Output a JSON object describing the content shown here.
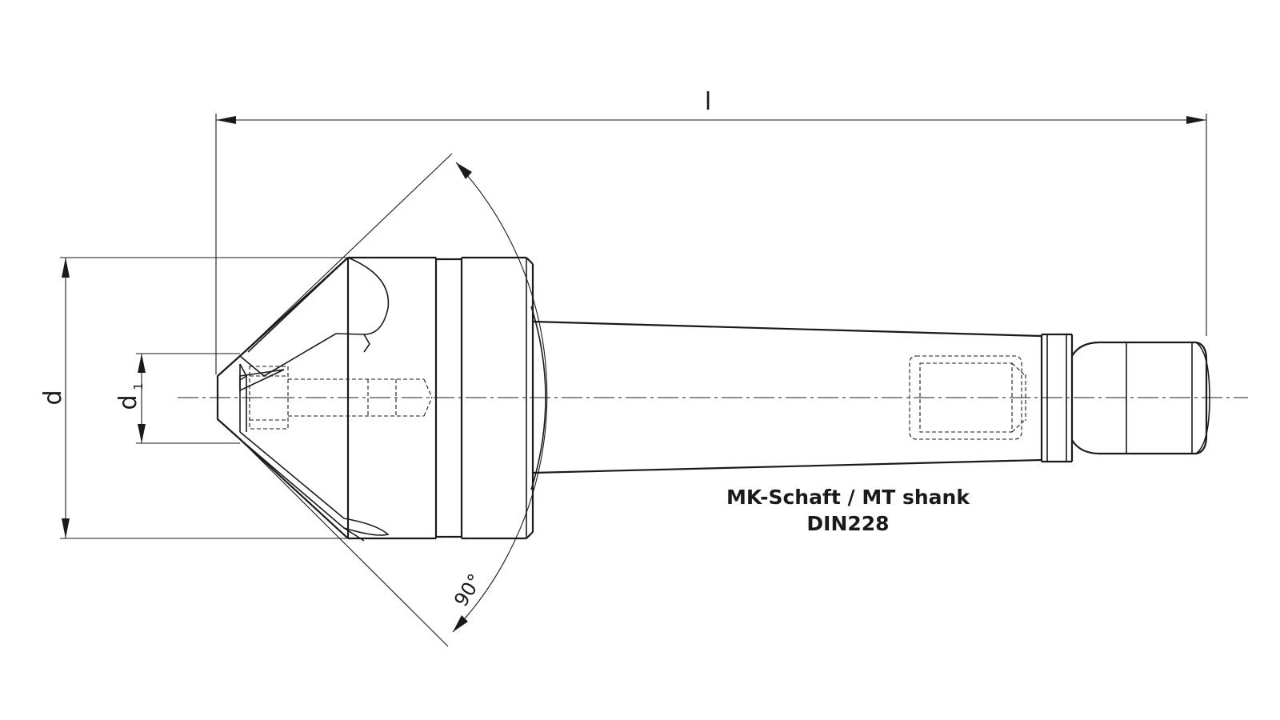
{
  "dimensions": {
    "overall_length": "l",
    "diameter": "d",
    "inner_diameter": "d",
    "inner_diameter_subscript": "1",
    "angle": "90°"
  },
  "caption": {
    "line1": "MK-Schaft / MT shank",
    "line2": "DIN228"
  }
}
